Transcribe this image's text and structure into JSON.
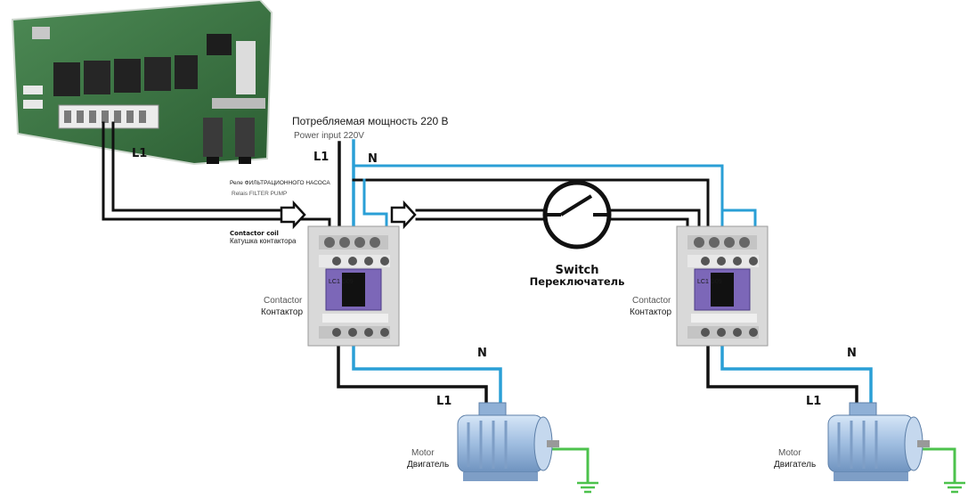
{
  "power": {
    "ru": "Потребляемая мощность 220 В",
    "en": "Power input 220V",
    "l1": "L1",
    "n": "N"
  },
  "board": {
    "l1": "L1",
    "relay_ru": "Реле ФИЛЬТРАЦИОННОГО НАСОСА",
    "relay_en": "Relais FILTER PUMP"
  },
  "coil": {
    "en": "Contactor coil",
    "ru": "Катушка контактора"
  },
  "switch": {
    "en": "Switch",
    "ru": "Переключатель"
  },
  "contactor_left": {
    "en": "Contactor",
    "ru": "Контактор",
    "model": "LC1 D09"
  },
  "contactor_right": {
    "en": "Contactor",
    "ru": "Контактор",
    "model": "LC1 D09"
  },
  "motor_left": {
    "en": "Motor",
    "ru": "Двигатель",
    "l1": "L1",
    "n": "N"
  },
  "motor_right": {
    "en": "Motor",
    "ru": "Двигатель",
    "l1": "L1",
    "n": "N"
  },
  "colors": {
    "live_wire": "#111111",
    "neutral_wire": "#2a9fd6",
    "earth_wire": "#4cc24c",
    "contactor_body": "#d9d9d9",
    "contactor_button": "#7c67b8",
    "motor_body": "#a9c5e6",
    "pcb": "#2f6a3a"
  }
}
